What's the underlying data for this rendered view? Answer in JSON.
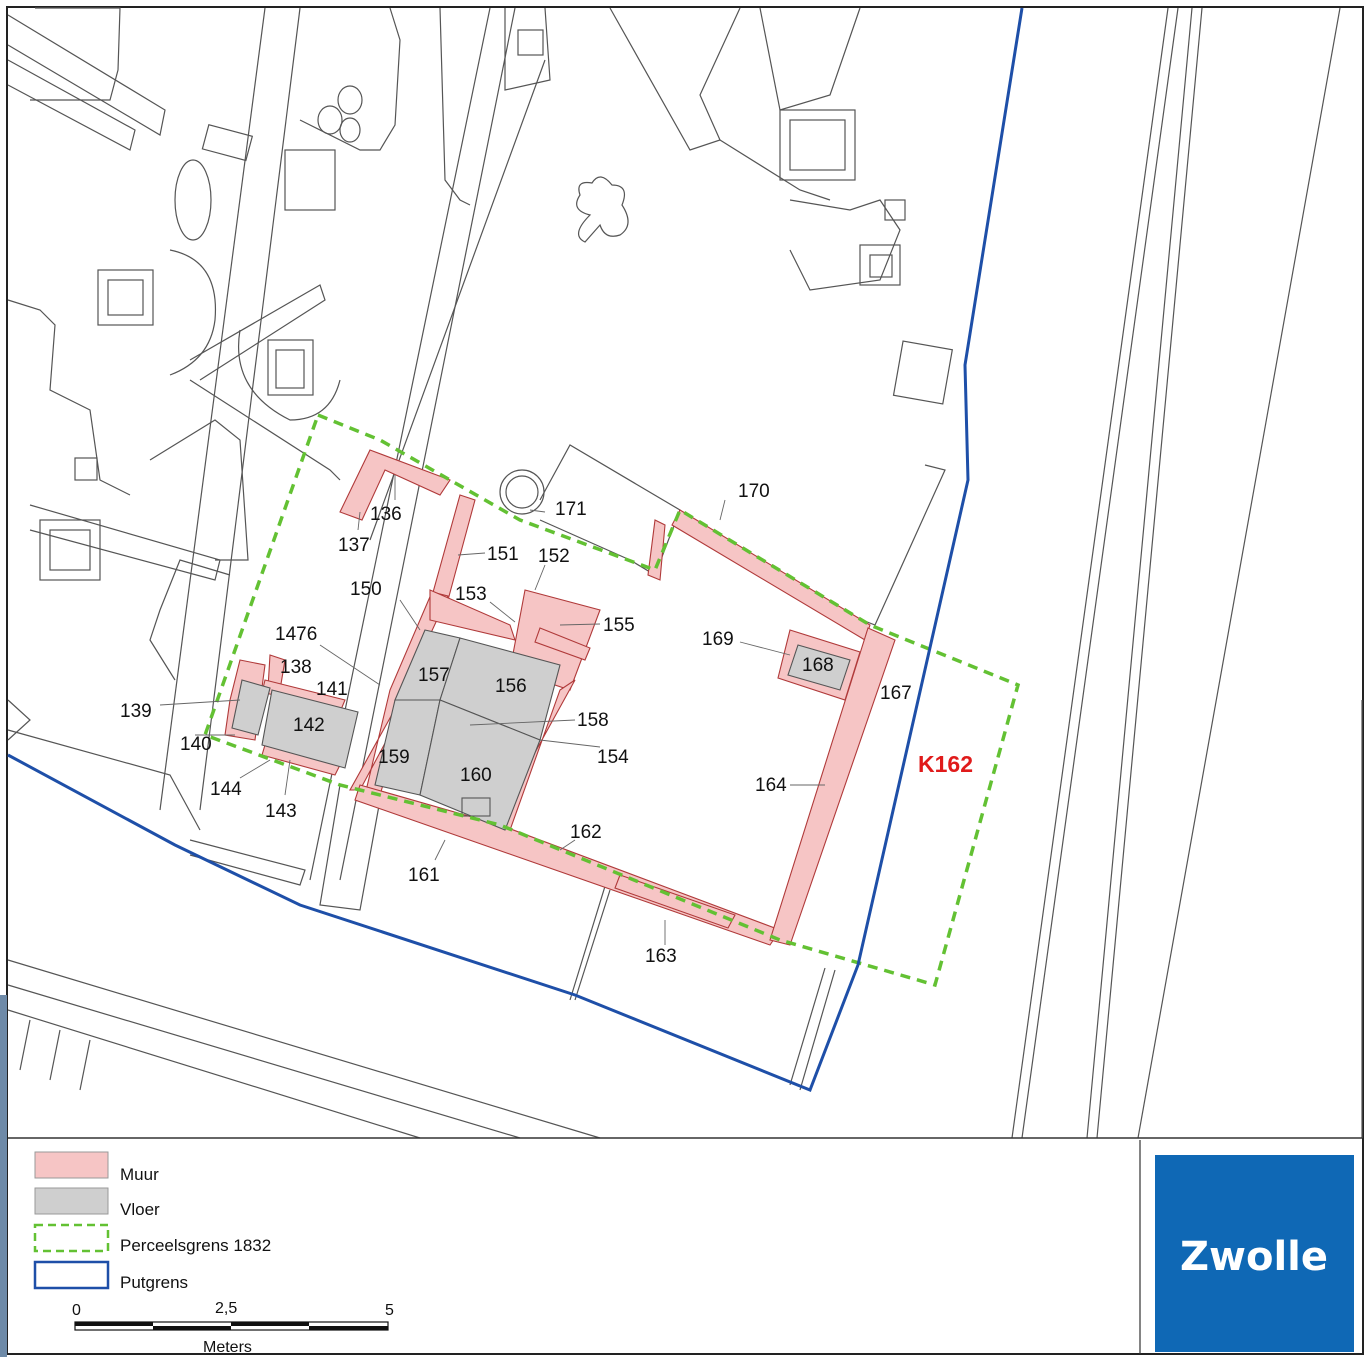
{
  "map": {
    "parcel_id": "K162",
    "feature_labels": [
      "136",
      "137",
      "138",
      "139",
      "140",
      "141",
      "142",
      "143",
      "144",
      "150",
      "151",
      "152",
      "153",
      "154",
      "155",
      "156",
      "157",
      "158",
      "159",
      "160",
      "161",
      "162",
      "163",
      "164",
      "167",
      "168",
      "169",
      "170",
      "171",
      "1476"
    ]
  },
  "legend": {
    "items": [
      {
        "label": "Muur",
        "kind": "fill",
        "color": "#f6c5c5"
      },
      {
        "label": "Vloer",
        "kind": "fill",
        "color": "#cfcfcf"
      },
      {
        "label": "Perceelsgrens 1832",
        "kind": "dashed",
        "color": "#63c133"
      },
      {
        "label": "Putgrens",
        "kind": "outline",
        "color": "#1e4fa8"
      }
    ]
  },
  "scale_bar": {
    "ticks": [
      "0",
      "2,5",
      "5"
    ],
    "unit": "Meters"
  },
  "logo": {
    "text": "Zwolle",
    "color": "#0f68b5"
  },
  "colors": {
    "muur": "#f6c5c5",
    "vloer": "#cfcfcf",
    "perceelsgrens": "#63c133",
    "putgrens": "#1e4fa8",
    "k_label": "#e01b1b"
  }
}
